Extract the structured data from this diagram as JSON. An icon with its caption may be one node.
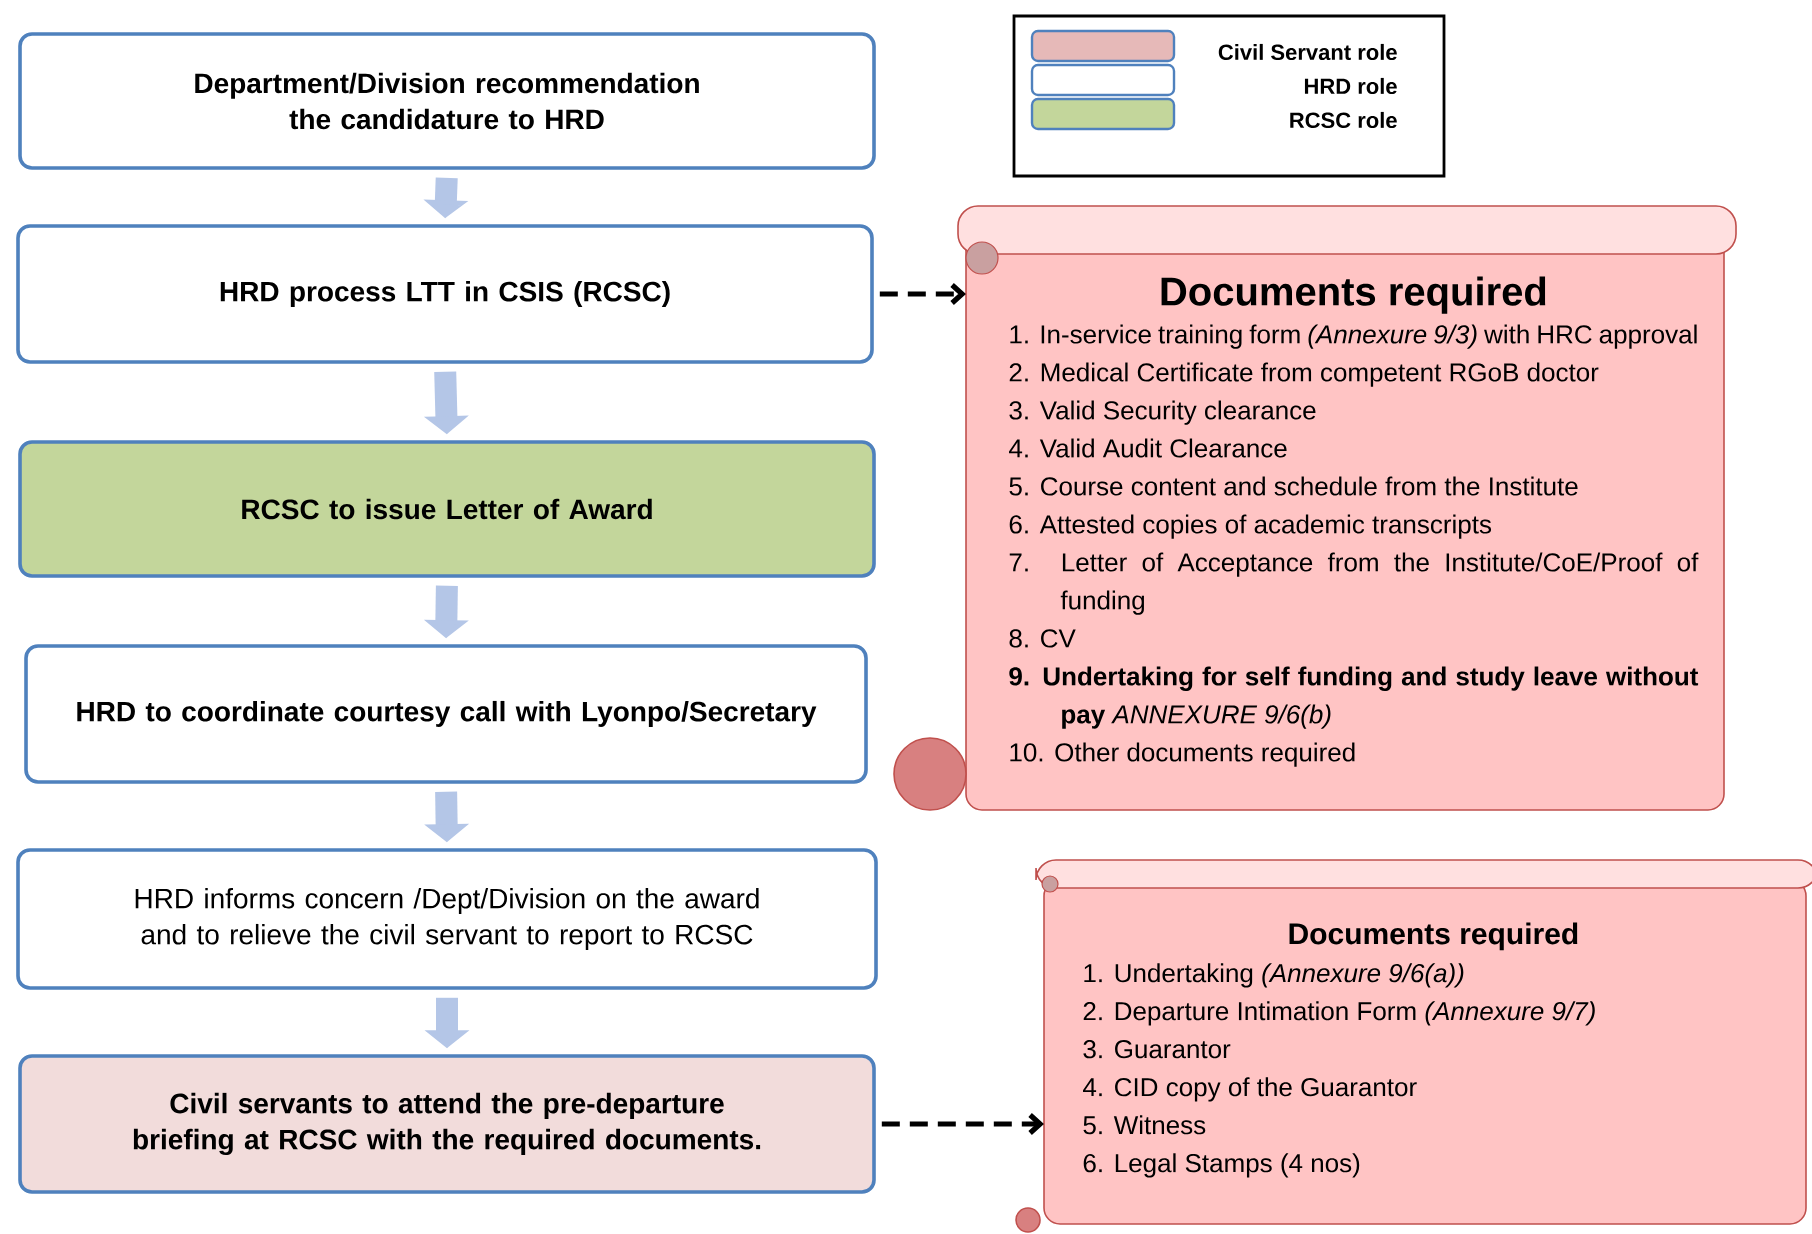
{
  "diagram": {
    "nodes": [
      {
        "text": [
          "Department/Division recommendation the candidature to HRD"
        ]
      },
      {
        "text": [
          "HRD process LTT in CSIS (RCSC)"
        ]
      },
      {
        "text": [
          "RCSC to issue Letter of Award"
        ]
      },
      {
        "text": [
          "HRD to coordinate courtesy call with Lyonpo/Secretary"
        ]
      },
      {
        "text": [
          "HRD informs concern /Dept/Division on the award and to relieve the civil servant to report to RCSC"
        ]
      },
      {
        "text": [
          "Civil servants to attend the pre-departure briefing at RCSC with the required documents."
        ]
      },
      {
        "text": [
          "Documents required",
          "1. In-service training form *(Annexure 9/3)* with HRC approval",
          "2. Medical Certificate from competent RGoB doctor",
          "3. Valid Security clearance",
          "4. Valid Audit Clearance",
          "5. Course content and schedule from the Institute",
          "6. Attested copies of academic transcripts",
          "7. Letter of Acceptance from the Institute/CoE/Proof of funding",
          "8. CV",
          "**9. Undertaking for self funding and study leave without pay** *ANNEXURE 9/6(b)*",
          "10. Other documents required"
        ]
      },
      {
        "text": [
          "Documents required",
          "1. Undertaking *(Annexure 9/6(a))*",
          "2. Departure Intimation Form *(Annexure 9/7)*",
          "3. Guarantor",
          "4. CID copy of the Guarantor",
          "5. Witness",
          "6. Legal Stamps (4 nos)"
        ]
      }
    ],
    "edges": [
      {
        "from": 0,
        "to": 1,
        "arrow": "to"
      },
      {
        "from": 1,
        "to": 2,
        "arrow": "to"
      },
      {
        "from": 2,
        "to": 3,
        "arrow": "to"
      },
      {
        "from": 3,
        "to": 4,
        "arrow": "to"
      },
      {
        "from": 4,
        "to": 5,
        "arrow": "to"
      },
      {
        "from": 1,
        "to": 6,
        "arrow": "to",
        "style": "dashed",
        "color": "#000000"
      },
      {
        "from": 5,
        "to": 7,
        "arrow": "to",
        "style": "dashed",
        "color": "#000000"
      }
    ],
    "legend": [
      {
        "text": "Civil Servant role",
        "color": "#e6b9b8"
      },
      {
        "text": "HRD role",
        "color": "#ffffff"
      },
      {
        "text": "RCSC role",
        "color": "#c3d69b"
      }
    ]
  }
}
